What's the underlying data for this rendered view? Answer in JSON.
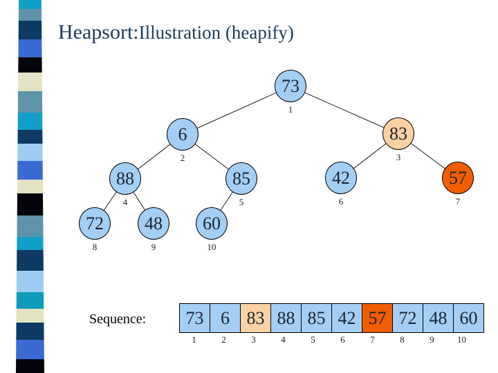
{
  "title": {
    "part1": "Heapsort:",
    "part2": "Illustration (heapify)"
  },
  "palette": {
    "node_blue": "#A5CEF5",
    "node_peach": "#FBD0A3",
    "node_orange": "#F05E00",
    "title_text": "#1B3A5E",
    "number_text": "#1A2430",
    "strip_cyan": "#129FC7",
    "strip_steel": "#5F93A9",
    "strip_navy": "#0C3A63",
    "strip_royal": "#3A6AD4",
    "strip_black": "#04040C",
    "strip_cream": "#E3E3C4",
    "strip_lightblue": "#9ECBF2",
    "strip_teal": "#0F9BB9"
  },
  "strip": {
    "segments": [
      "cyan",
      "steel",
      "navy",
      "royal",
      "black",
      "cream",
      "steel",
      "cyan",
      "navy",
      "lightblue",
      "royal",
      "cream",
      "black",
      "steel",
      "cyan",
      "navy",
      "lightblue",
      "teal",
      "cream",
      "navy",
      "royal",
      "black"
    ]
  },
  "tree": {
    "nodes": [
      {
        "value": "73",
        "index": "1",
        "color": "blue"
      },
      {
        "value": "6",
        "index": "2",
        "color": "blue"
      },
      {
        "value": "83",
        "index": "3",
        "color": "peach"
      },
      {
        "value": "88",
        "index": "4",
        "color": "blue"
      },
      {
        "value": "85",
        "index": "5",
        "color": "blue"
      },
      {
        "value": "42",
        "index": "6",
        "color": "blue"
      },
      {
        "value": "57",
        "index": "7",
        "color": "orange"
      },
      {
        "value": "72",
        "index": "8",
        "color": "blue"
      },
      {
        "value": "48",
        "index": "9",
        "color": "blue"
      },
      {
        "value": "60",
        "index": "10",
        "color": "blue"
      }
    ]
  },
  "sequence": {
    "label": "Sequence:",
    "cells": [
      {
        "value": "73",
        "index": "1",
        "color": "blue"
      },
      {
        "value": "6",
        "index": "2",
        "color": "blue"
      },
      {
        "value": "83",
        "index": "3",
        "color": "peach"
      },
      {
        "value": "88",
        "index": "4",
        "color": "blue"
      },
      {
        "value": "85",
        "index": "5",
        "color": "blue"
      },
      {
        "value": "42",
        "index": "6",
        "color": "blue"
      },
      {
        "value": "57",
        "index": "7",
        "color": "orange"
      },
      {
        "value": "72",
        "index": "8",
        "color": "blue"
      },
      {
        "value": "48",
        "index": "9",
        "color": "blue"
      },
      {
        "value": "60",
        "index": "10",
        "color": "blue"
      }
    ]
  }
}
